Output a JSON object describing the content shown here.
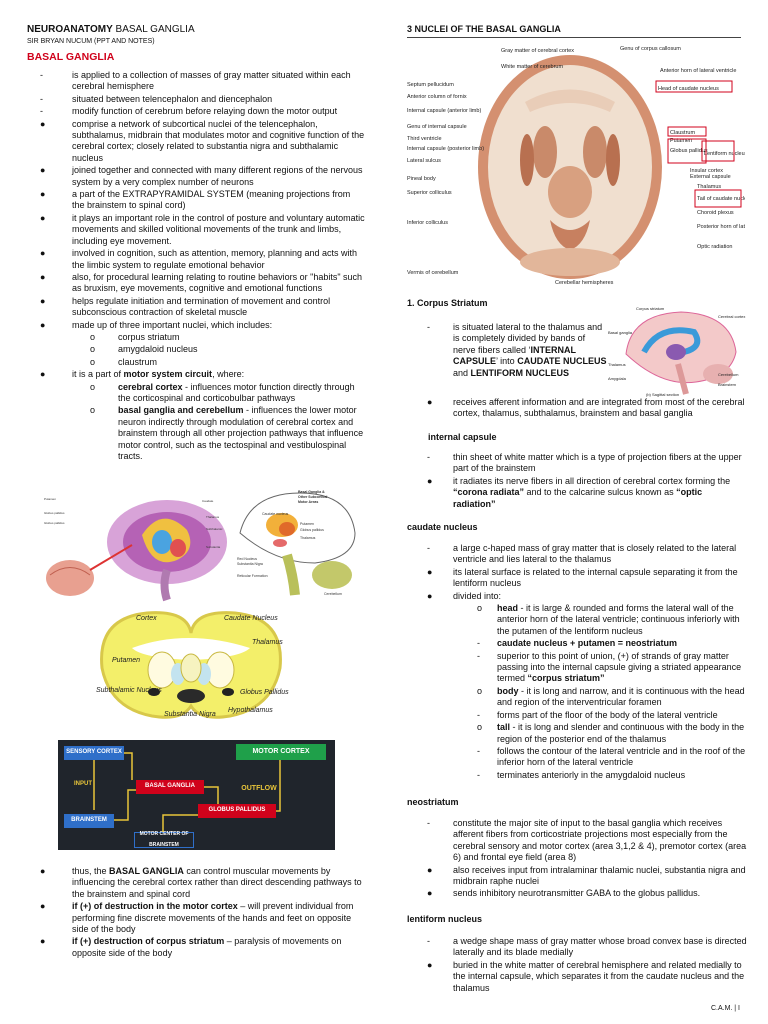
{
  "header": {
    "title_bold": "NEUROANATOMY",
    "title_rest": " BASAL GANGLIA",
    "subtitle": "SIR BRYAN NUCUM (PPT AND NOTES)",
    "section": "BASAL GANGLIA"
  },
  "left_list": [
    {
      "m": "-",
      "t": "is applied to a collection of masses of gray matter situated within each cerebral hemisphere"
    },
    {
      "m": "-",
      "t": "situated between telencephalon and diencephalon"
    },
    {
      "m": "-",
      "t": "modify function of cerebrum before relaying down the motor output"
    },
    {
      "m": "●",
      "t": "comprise a network of subcortical nuclei of the telencephalon, subthalamus, midbrain that modulates motor and cognitive function of the cerebral cortex; closely related to substantia nigra and subthalamic nucleus"
    },
    {
      "m": "●",
      "t": "joined together and connected with many different regions of the nervous system by a very complex number of neurons"
    },
    {
      "m": "●",
      "t": "a part of the EXTRAPYRAMIDAL SYSTEM (meaning projections from the brainstem to spinal cord)"
    },
    {
      "m": "●",
      "t": "it plays an important role in the control of posture and voluntary automatic movements and skilled volitional movements of the trunk and limbs, including eye movement."
    },
    {
      "m": "●",
      "t": "involved in cognition, such as attention, memory, planning and acts with the limbic system to regulate emotional behavior"
    },
    {
      "m": "●",
      "t": "also, for procedural learning relating to routine behaviors or \"habits\" such as bruxism, eye movements, cognitive and emotional functions"
    },
    {
      "m": "●",
      "t": "helps regulate initiation and termination of movement and control subconscious contraction of skeletal muscle"
    },
    {
      "m": "●",
      "t": "made up of three important nuclei, which includes:"
    }
  ],
  "nuclei_list": [
    "corpus striatum",
    "amygdaloid nucleus",
    "claustrum"
  ],
  "motor_circuit": {
    "intro_a": "it is a part of ",
    "intro_b": "motor system circuit",
    "intro_c": ", where:",
    "item1_b": "cerebral cortex",
    "item1_t": " - influences motor function directly through the corticospinal and corticobulbar pathways",
    "item2_b": "basal ganglia and cerebellum",
    "item2_t": " - influences the lower motor neuron indirectly through modulation of cerebral cortex and brainstem through all other projection pathways that influence motor control, such as the tectospinal and vestibulospinal tracts."
  },
  "coronal_labels": {
    "cortex": "Cortex",
    "caudate": "Caudate Nucleus",
    "thalamus": "Thalamus",
    "putamen": "Putamen",
    "subthalamic": "Subthalamic Nucleus",
    "globus": "Globus Pallidus",
    "substantia": "Substantia Nigra",
    "hypothalamus": "Hypothalamus"
  },
  "flow": {
    "sensory": "SENSORY CORTEX",
    "motor": "MOTOR CORTEX",
    "input": "INPUT",
    "basal": "BASAL GANGLIA",
    "outflow": "OUTFLOW",
    "brainstem": "BRAINSTEM",
    "globus": "GLOBUS PALLIDUS",
    "motorcenter": "MOTOR CENTER OF BRAINSTEM"
  },
  "bottom_list": {
    "b1_a": "thus, the ",
    "b1_b": "BASAL GANGLIA",
    "b1_c": " can control muscular movements by influencing the cerebral cortex rather than direct descending pathways to the brainstem and spinal cord",
    "b2_b": "if (+) of destruction in the motor cortex",
    "b2_c": " – will prevent individual from performing fine discrete movements of the hands and feet on opposite side of the body",
    "b3_b": "if (+) destruction of corpus striatum",
    "b3_c": " – paralysis of movements on opposite side of the body"
  },
  "right": {
    "section_title": "3 NUCLEI OF THE BASAL GANGLIA",
    "brain_labels_left": [
      "Gray matter of cerebral cortex",
      "White matter of cerebrum",
      "Septum pellucidum",
      "Anterior column of fornix",
      "Internal capsule (anterior limb)",
      "Genu of internal capsule",
      "Third ventricle",
      "Internal capsule (posterior limb)",
      "Lateral sulcus",
      "Pineal body",
      "Superior colliculus",
      "Inferior colliculus",
      "Vermis of cerebellum"
    ],
    "brain_labels_right": [
      "Genu of corpus callosum",
      "Anterior horn of lateral ventricle",
      "Head of caudate nucleus",
      "Claustrum",
      "Putamen",
      "Globus pallidus",
      "Lentiform nucleus",
      "Insular cortex",
      "External capsule",
      "Thalamus",
      "Tail of caudate nucleus",
      "Choroid plexus",
      "Posterior horn of lateral ventricle",
      "Optic radiation",
      "Cerebellar hemispheres"
    ],
    "cs_title": "1. Corpus Striatum",
    "cs1_a": "is situated lateral to the thalamus and is completely divided by bands of nerve fibers called ‘",
    "cs1_b": "INTERNAL CAPSULE",
    "cs1_c": "’ into ",
    "cs1_d": "CAUDATE NUCLEUS",
    "cs1_e": " and ",
    "cs1_f": "LENTIFORM NUCLEUS",
    "cs2": "receives afferent information and are integrated from most of the cerebral cortex, thalamus, subthalamus, brainstem and basal ganglia",
    "ic_title": "internal capsule",
    "ic1": "thin sheet of white matter which is a type of projection fibers at the upper part of the brainstem",
    "ic2_a": "it radiates its nerve fibers in all direction of cerebral cortex forming the ",
    "ic2_b": "“corona radiata”",
    "ic2_c": " and to the calcarine sulcus known as ",
    "ic2_d": "“optic radiation”",
    "cn_title": "caudate nucleus",
    "cn1": "a large c-haped mass of gray matter that is closely related to the lateral ventricle and lies lateral to the thalamus",
    "cn2": "its lateral surface is related to the internal capsule separating it from the lentiform nucleus",
    "cn3": "divided into:",
    "cn_head_b": "head",
    "cn_head_t": " - it is large & rounded and forms the lateral wall of the anterior horn of the lateral ventricle; continuous inferiorly with the putamen of the lentiform nucleus",
    "cn_eq": "caudate nucleus + putamen = neostriatum",
    "cn_sup_a": "superior to this point of union, (+) of strands of gray matter passing into the internal capsule giving a striated appearance termed ",
    "cn_sup_b": "“corpus striatum”",
    "cn_body_b": "body",
    "cn_body_t": " - it is long and narrow, and it is continuous with the head and region of the interventricular foramen",
    "cn_floor": "forms part of the floor of the body of the lateral ventricle",
    "cn_tail_b": "tall",
    "cn_tail_t": " - it is long and slender and continuous with the body in the region of the posterior end of the thalamus",
    "cn_follows": "follows the contour of the lateral ventricle and in the roof of the inferior horn of the lateral ventricle",
    "cn_term": "terminates anteriorly in the amygdaloid nucleus",
    "ns_title": "neostriatum",
    "ns1": "constitute the major site of input to the basal ganglia which receives afferent fibers from corticostriate projections most especially from the cerebral sensory and motor cortex (area 3,1,2 & 4), premotor cortex (area 6) and frontal eye field (area 8)",
    "ns2": "also receives input from intralaminar thalamic nuclei, substantia nigra and midbrain raphe nuclei",
    "ns3": "sends inhibitory neurotransmitter GABA to the globus pallidus.",
    "ln_title": "lentiform nucleus",
    "ln1": "a wedge shape mass of gray matter whose broad convex base is directed laterally and its blade medially",
    "ln2": "buried in the white matter of cerebral hemisphere and related medially to the internal capsule, which separates it from the caudate nucleus and the thalamus",
    "sag_labels": [
      "Corpus striatum",
      "Cerebral cortex",
      "Basal ganglia",
      "Thalamus",
      "Amygdala",
      "Cerebellum",
      "Brainstem",
      "(b) Sagittal section"
    ],
    "footer": "C.A.M. | I"
  },
  "colors": {
    "red": "#d0021b",
    "blue": "#2f6fc9",
    "green": "#1fa04a",
    "darkbg": "#20252c"
  }
}
